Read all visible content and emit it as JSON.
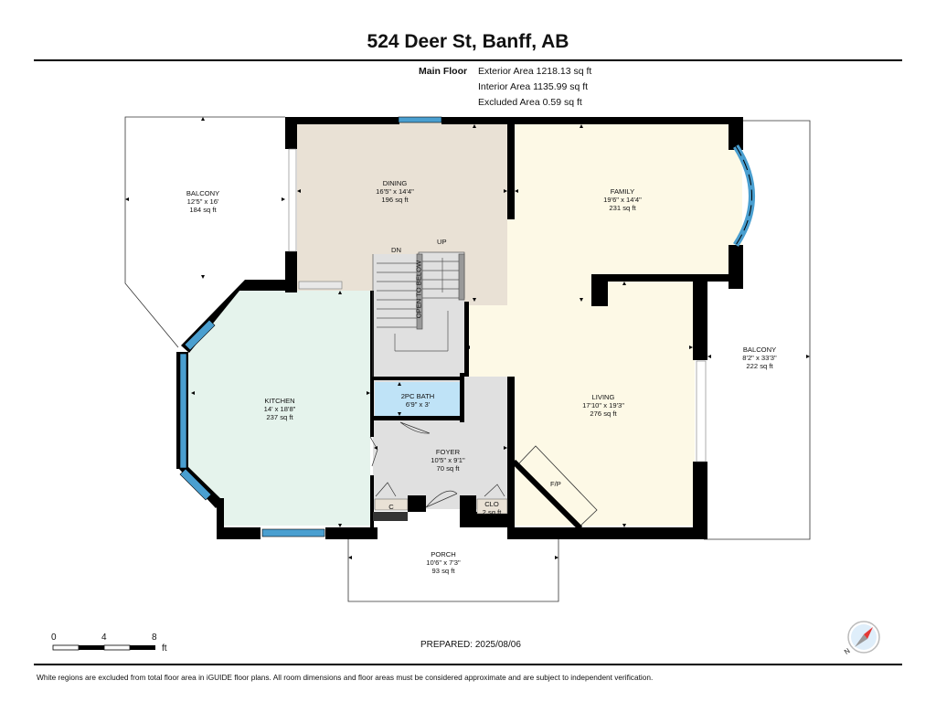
{
  "header": {
    "title": "524 Deer St, Banff, AB",
    "floor_name": "Main Floor",
    "exterior_area": "Exterior Area 1218.13 sq ft",
    "interior_area": "Interior Area 1135.99 sq ft",
    "excluded_area": "Excluded Area 0.59 sq ft"
  },
  "rooms": {
    "balcony_left": {
      "name": "BALCONY",
      "dims": "12'5\" x 16'",
      "area": "184 sq ft"
    },
    "dining": {
      "name": "DINING",
      "dims": "16'5\" x 14'4\"",
      "area": "196 sq ft"
    },
    "family": {
      "name": "FAMILY",
      "dims": "19'6\" x 14'4\"",
      "area": "231 sq ft"
    },
    "kitchen": {
      "name": "KITCHEN",
      "dims": "14' x 18'8\"",
      "area": "237 sq ft"
    },
    "bath": {
      "name": "2PC BATH",
      "dims": "6'9\" x 3'"
    },
    "foyer": {
      "name": "FOYER",
      "dims": "10'5\" x 9'1\"",
      "area": "70 sq ft"
    },
    "living": {
      "name": "LIVING",
      "dims": "17'10\" x 19'3\"",
      "area": "276 sq ft"
    },
    "balcony_right": {
      "name": "BALCONY",
      "dims": "8'2\" x 33'3\"",
      "area": "222 sq ft"
    },
    "porch": {
      "name": "PORCH",
      "dims": "10'6\" x 7'3\"",
      "area": "93 sq ft"
    },
    "closet_c": {
      "name": "C"
    },
    "clo": {
      "name": "CLO",
      "area": "2 sq ft"
    }
  },
  "stairs": {
    "down": "DN",
    "up": "UP",
    "open": "OPEN TO BELOW"
  },
  "fireplace": "F/P",
  "scale": {
    "ticks": [
      "0",
      "4",
      "8"
    ],
    "unit": "ft"
  },
  "prepared": "PREPARED: 2025/08/06",
  "compass_label": "N",
  "disclaimer": "White regions are excluded from total floor area in iGUIDE floor plans. All room dimensions and floor areas must be considered approximate and are subject to independent verification.",
  "colors": {
    "dining": "#e9e1d5",
    "family": "#fdf9e6",
    "kitchen": "#e5f3ec",
    "foyer": "#e0e0e0",
    "bath": "#bfe3f7",
    "window": "#4a9fd0",
    "wall": "#000000"
  }
}
